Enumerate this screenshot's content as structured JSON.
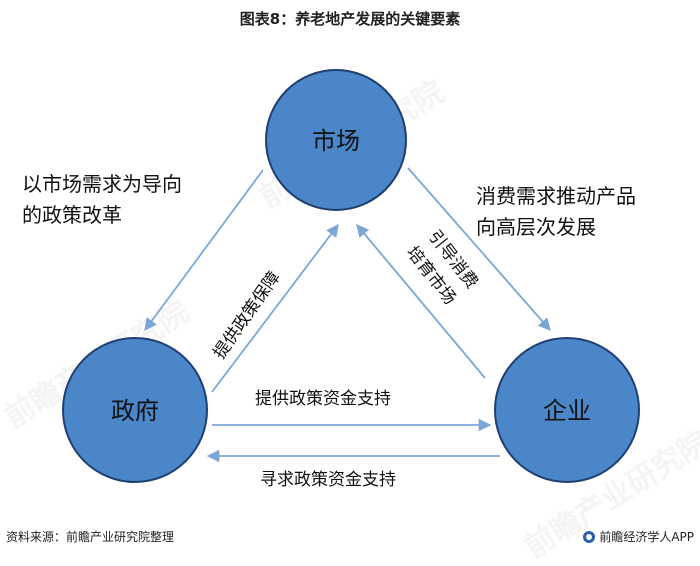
{
  "title": "图表8：养老地产发展的关键要素",
  "nodes": {
    "market": "市场",
    "government": "政府",
    "enterprise": "企业"
  },
  "labels": {
    "market_to_gov_line1": "以市场需求为导向",
    "market_to_gov_line2": "的政策改革",
    "market_to_ent_line1": "消费需求推动产品",
    "market_to_ent_line2": "向高层次发展",
    "gov_to_market": "提供政策保障",
    "ent_to_market_line1": "引导消费",
    "ent_to_market_line2": "培育市场",
    "gov_to_ent": "提供政策资金支持",
    "ent_to_gov": "寻求政策资金支持"
  },
  "footer": {
    "source": "资料来源：前瞻产业研究院整理",
    "brand": "前瞻经济学人APP"
  },
  "watermark": "前瞻产业研究院",
  "colors": {
    "node_fill": "#4a86c8",
    "node_stroke": "#1f3f73",
    "arrow": "#7aa7d6"
  }
}
